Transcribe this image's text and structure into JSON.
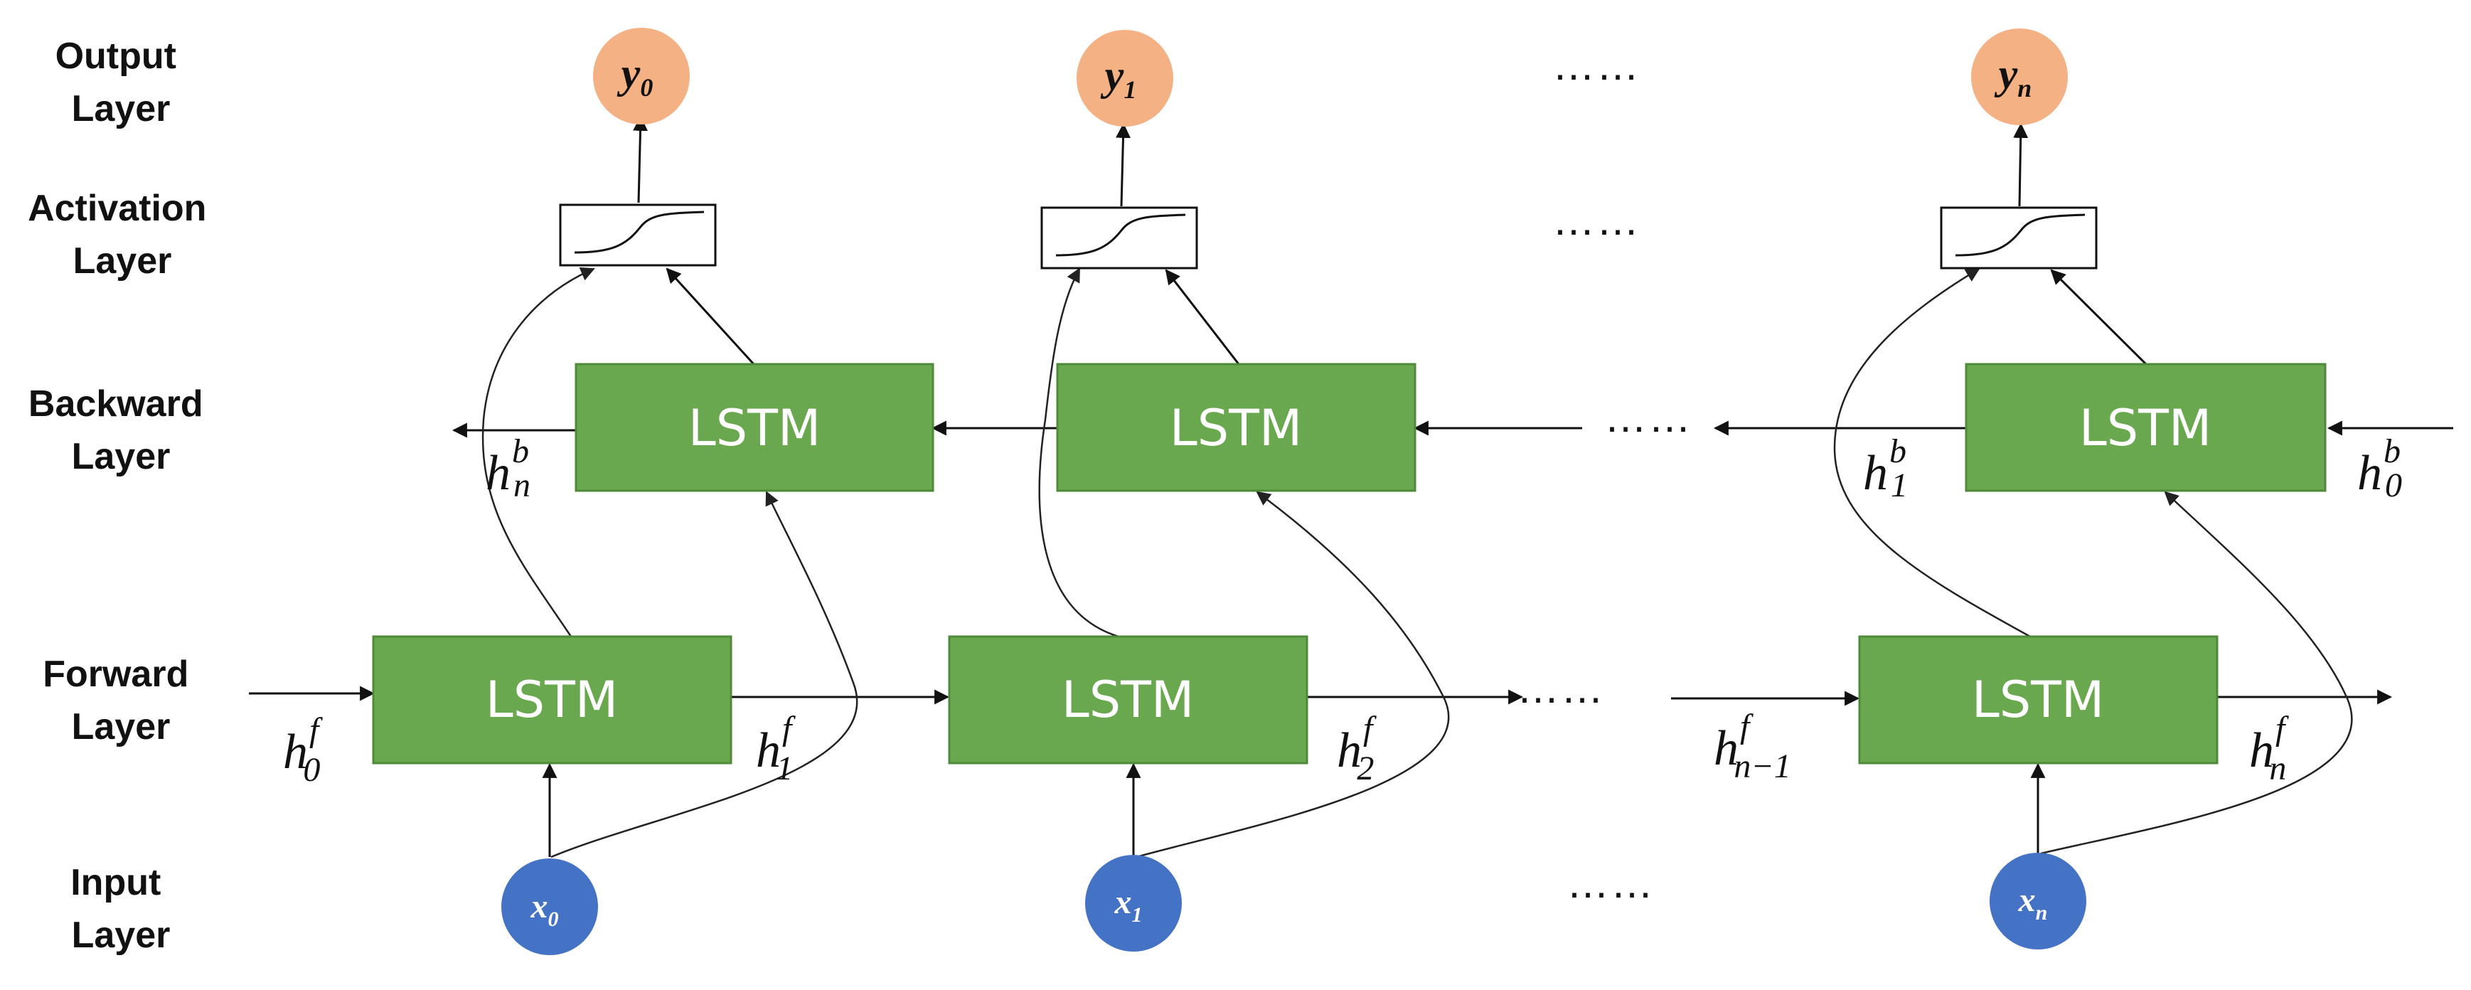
{
  "layers": {
    "output": [
      "Output",
      "Layer"
    ],
    "activation": [
      "Activation",
      "Layer"
    ],
    "backward": [
      "Backward",
      "Layer"
    ],
    "forward": [
      "Forward",
      "Layer"
    ],
    "input": [
      "Input",
      "Layer"
    ]
  },
  "lstm_label": "LSTM",
  "ellipsis": "……",
  "inputs": [
    {
      "base": "x",
      "sub": "0"
    },
    {
      "base": "x",
      "sub": "1"
    },
    {
      "base": "x",
      "sub": "n"
    }
  ],
  "outputs": [
    {
      "base": "y",
      "sub": "0"
    },
    {
      "base": "y",
      "sub": "1"
    },
    {
      "base": "y",
      "sub": "n"
    }
  ],
  "forward_states": [
    {
      "base": "h",
      "sup": "f",
      "sub": "0"
    },
    {
      "base": "h",
      "sup": "f",
      "sub": "1"
    },
    {
      "base": "h",
      "sup": "f",
      "sub": "2"
    },
    {
      "base": "h",
      "sup": "f",
      "sub": "n−1"
    },
    {
      "base": "h",
      "sup": "f",
      "sub": "n"
    }
  ],
  "backward_states": [
    {
      "base": "h",
      "sup": "b",
      "sub": "n"
    },
    {
      "base": "h",
      "sup": "b",
      "sub": "1"
    },
    {
      "base": "h",
      "sup": "b",
      "sub": "0"
    }
  ],
  "colors": {
    "lstm": "#6aa84f",
    "input_node": "#4472c4",
    "output_node": "#f4b183"
  }
}
